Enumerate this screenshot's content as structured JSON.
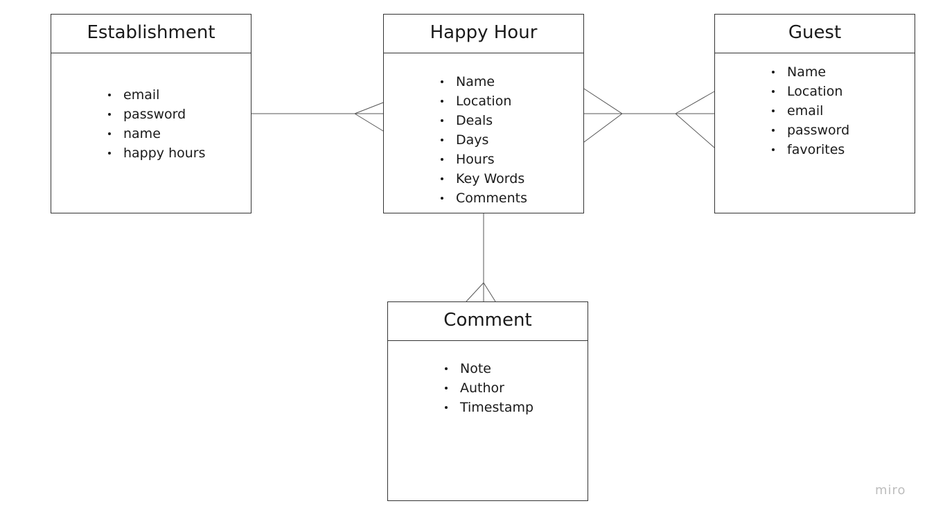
{
  "entities": {
    "establishment": {
      "title": "Establishment",
      "attributes": [
        "email",
        "password",
        "name",
        "happy hours"
      ]
    },
    "happy_hour": {
      "title": "Happy Hour",
      "attributes": [
        "Name",
        "Location",
        "Deals",
        "Days",
        "Hours",
        "Key Words",
        "Comments"
      ]
    },
    "guest": {
      "title": "Guest",
      "attributes": [
        "Name",
        "Location",
        "email",
        "password",
        "favorites"
      ]
    },
    "comment": {
      "title": "Comment",
      "attributes": [
        "Note",
        "Author",
        "Timestamp"
      ]
    }
  },
  "relationships": [
    {
      "from": "Establishment",
      "to": "Happy Hour",
      "from_cardinality": "one",
      "to_cardinality": "many"
    },
    {
      "from": "Happy Hour",
      "to": "Guest",
      "from_cardinality": "many",
      "to_cardinality": "many"
    },
    {
      "from": "Happy Hour",
      "to": "Comment",
      "from_cardinality": "one",
      "to_cardinality": "many"
    }
  ],
  "watermark": "miro",
  "colors": {
    "line": "#555555",
    "border": "#333333",
    "text": "#1a1a1a",
    "watermark": "#bdbdbd"
  }
}
